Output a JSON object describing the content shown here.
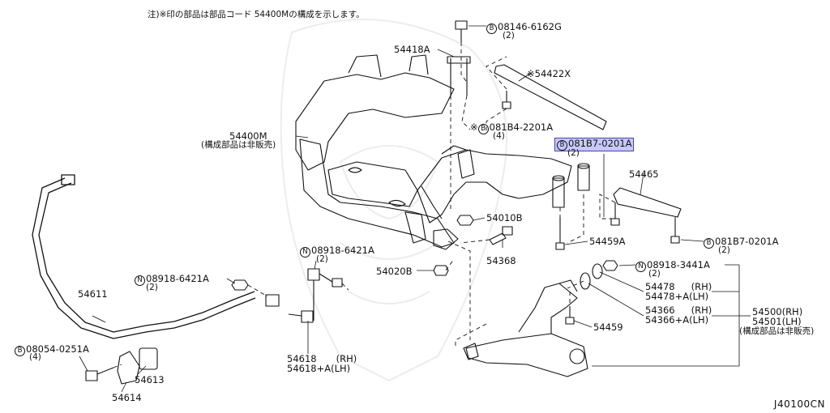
{
  "note": "注)※印の部品は部品コード 54400Mの構成を示します。",
  "diagram_code": "J40100CN",
  "highlight_color": "#c8c8ff",
  "labels": {
    "p08146": {
      "prefix": "B",
      "part": "08146-6162G",
      "qty": "(2)"
    },
    "p54418A": {
      "part": "54418A"
    },
    "p54422X": {
      "part": "※54422X"
    },
    "p081B4": {
      "prefix": "B",
      "part": "081B4-2201A",
      "qty": "(4)",
      "mark": "※"
    },
    "p54400M": {
      "part": "54400M",
      "note": "(構成部品は非販売)"
    },
    "p081B7top": {
      "prefix": "B",
      "part": "081B7-0201A",
      "qty": "(2)"
    },
    "p54465": {
      "part": "54465"
    },
    "p54010B": {
      "part": "54010B"
    },
    "p54459A": {
      "part": "54459A"
    },
    "p081B7right": {
      "prefix": "B",
      "part": "081B7-0201A",
      "qty": "(2)"
    },
    "p08918mid": {
      "prefix": "N",
      "part": "08918-6421A",
      "qty": "(2)"
    },
    "p54368": {
      "part": "54368"
    },
    "p54020B": {
      "part": "54020B"
    },
    "p08918right": {
      "prefix": "N",
      "part": "08918-3441A",
      "qty": "(2)"
    },
    "p08918left": {
      "prefix": "N",
      "part": "08918-6421A",
      "qty": "(2)"
    },
    "p54611": {
      "part": "54611"
    },
    "p54478": {
      "part": "54478",
      "side": "(RH)"
    },
    "p54478A": {
      "part": "54478+A",
      "side": "(LH)"
    },
    "p54366": {
      "part": "54366",
      "side": "(RH)"
    },
    "p54366A": {
      "part": "54366+A",
      "side": "(LH)"
    },
    "p54500": {
      "part": "54500(RH)"
    },
    "p54501": {
      "part": "54501(LH)"
    },
    "p54500note": {
      "note": "(構成部品は非販売)"
    },
    "p54459": {
      "part": "54459"
    },
    "p08054": {
      "prefix": "B",
      "part": "08054-0251A",
      "qty": "(4)"
    },
    "p54618": {
      "part": "54618",
      "side": "(RH)"
    },
    "p54618A": {
      "part": "54618+A",
      "side": "(LH)"
    },
    "p54613": {
      "part": "54613"
    },
    "p54614": {
      "part": "54614"
    }
  }
}
